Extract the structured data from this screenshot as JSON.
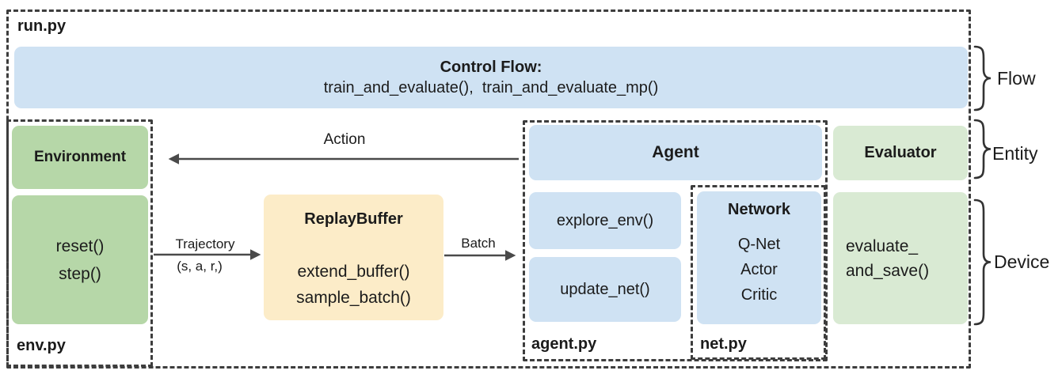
{
  "diagram": {
    "file_run": "run.py",
    "control_flow": {
      "title": "Control Flow:",
      "functions": "train_and_evaluate(),  train_and_evaluate_mp()"
    },
    "environment": {
      "title": "Environment",
      "methods": [
        "reset()",
        "step()"
      ],
      "file": "env.py"
    },
    "replay_buffer": {
      "title": "ReplayBuffer",
      "methods": [
        "extend_buffer()",
        "sample_batch()"
      ]
    },
    "agent": {
      "title": "Agent",
      "methods": [
        "explore_env()",
        "update_net()"
      ],
      "file": "agent.py"
    },
    "network": {
      "title": "Network",
      "nets": [
        "Q-Net",
        "Actor",
        "Critic"
      ],
      "file": "net.py"
    },
    "evaluator": {
      "title": "Evaluator",
      "method_lines": [
        "evaluate_",
        "and_save()"
      ]
    },
    "arrows": {
      "action": "Action",
      "trajectory_label": "Trajectory",
      "trajectory_sub": "(s, a, r,)",
      "batch": "Batch"
    },
    "braces": {
      "flow": "Flow",
      "entity": "Entity",
      "device": "Device"
    },
    "colors": {
      "flow_blue": "#cfe2f3",
      "env_green": "#b6d7a8",
      "eval_green": "#d9ead3",
      "buffer_cream": "#fcecc8",
      "arrow_gray": "#4a4a4a",
      "dash_gray": "#3d3d3d"
    }
  }
}
